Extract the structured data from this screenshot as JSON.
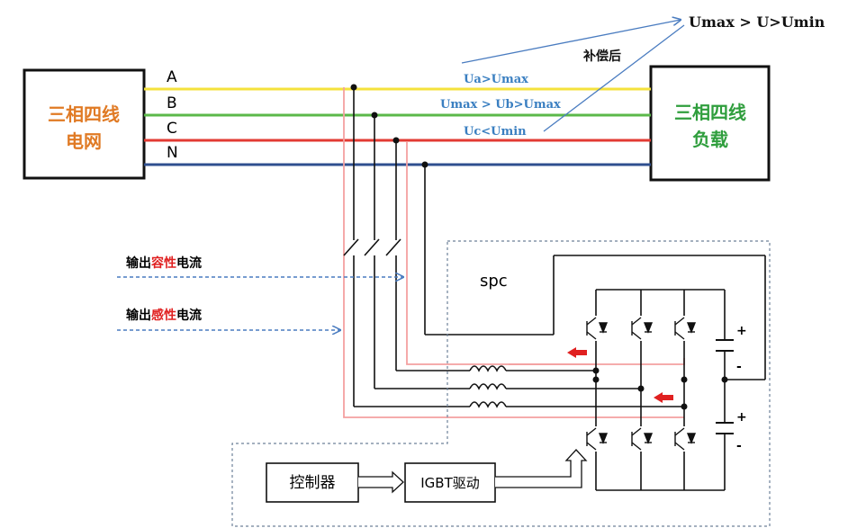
{
  "grid_box": {
    "line1": "三相四线",
    "line2": "电网",
    "color": "#e07a24"
  },
  "load_box": {
    "line1": "三相四线",
    "line2": "负载",
    "color": "#2f9e3d"
  },
  "phases": {
    "a": "A",
    "b": "B",
    "c": "C",
    "n": "N"
  },
  "wire_colors": {
    "a": "#f4e23c",
    "b": "#5bb84a",
    "c": "#e23a33",
    "n": "#2f4f8f",
    "pink": "#f4a0a0"
  },
  "voltage_labels": {
    "a": "Ua>Umax",
    "b": "Umax > Ub>Umax",
    "c": "Uc<Umin"
  },
  "label_color": "#3a7fc1",
  "compensation": {
    "label": "补偿后",
    "result": "Umax > U>Umin"
  },
  "current_labels": {
    "capacitive": {
      "prefix": "输出",
      "highlight": "容性",
      "suffix": "电流"
    },
    "inductive": {
      "prefix": "输出",
      "highlight": "感性",
      "suffix": "电流"
    }
  },
  "highlight_color": "#e02020",
  "spc_label": "spc",
  "controller_label": "控制器",
  "driver_label": "IGBT驱动",
  "polarity": {
    "plus": "+",
    "minus": "-"
  }
}
